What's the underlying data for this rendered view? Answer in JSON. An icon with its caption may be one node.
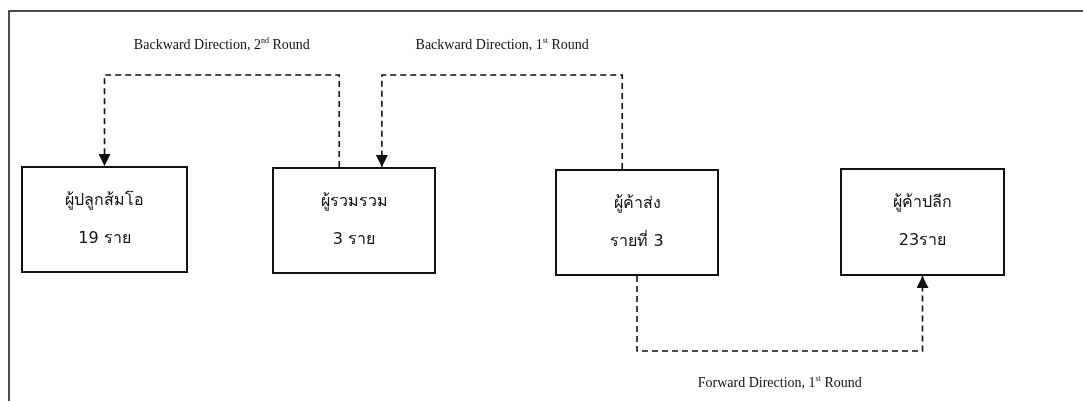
{
  "diagram": {
    "nodes": [
      {
        "text": [
          "ผู้ปลูกส้มโอ",
          "19 ราย"
        ]
      },
      {
        "text": [
          "ผู้รวมรวม",
          "3 ราย"
        ]
      },
      {
        "text": [
          "ผู้ค้าส่ง",
          "รายที่ 3"
        ]
      },
      {
        "text": [
          "ผู้ค้าปลีก",
          "23ราย"
        ]
      }
    ],
    "edges": [
      {
        "from": 1,
        "to": 0,
        "arrow": "to",
        "style": "dashed",
        "label": "Backward Direction, 2$^{nd}$ Round"
      },
      {
        "from": 2,
        "to": 1,
        "arrow": "to",
        "style": "dashed",
        "label": "Backward Direction, 1$^{st}$ Round"
      },
      {
        "from": 2,
        "to": 3,
        "arrow": "to",
        "style": "dashed",
        "label": "Forward Direction, 1$^{st}$ Round"
      }
    ]
  }
}
